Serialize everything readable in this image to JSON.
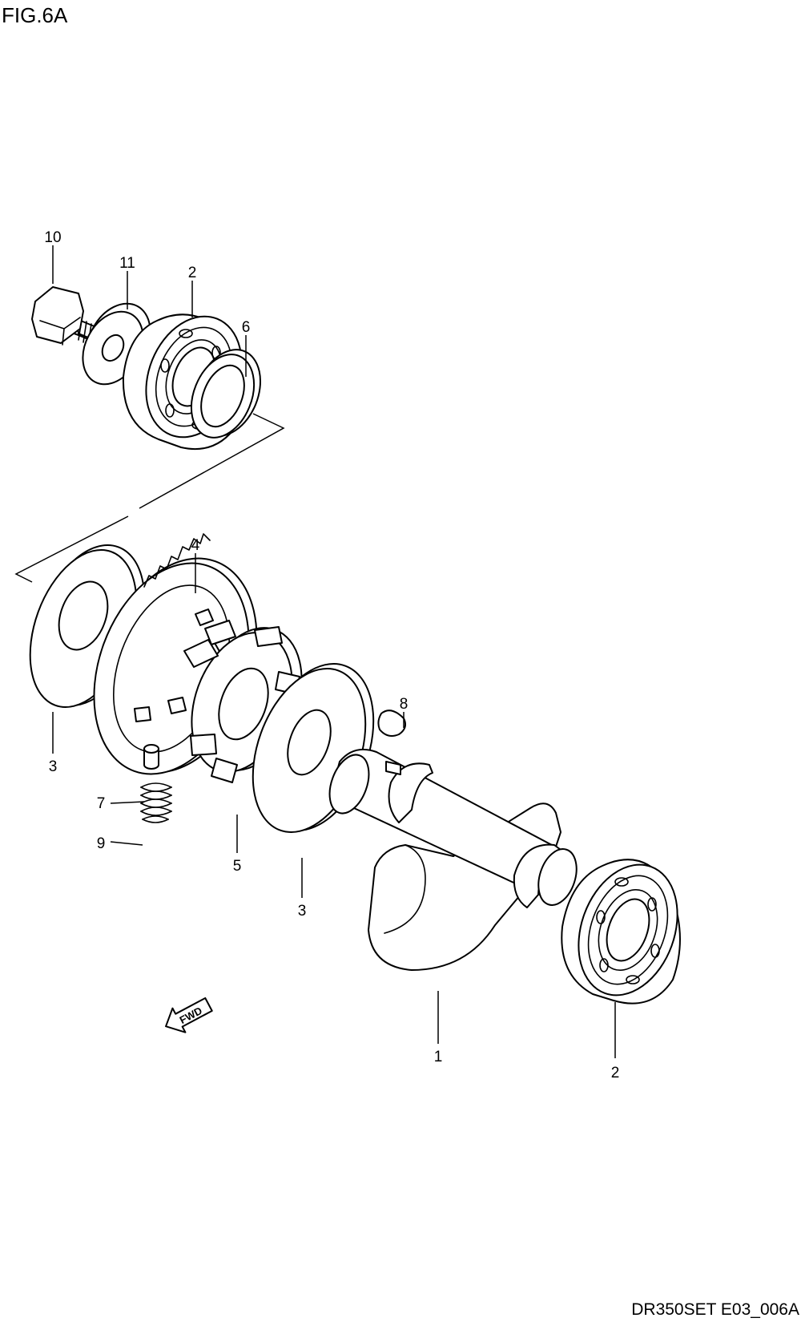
{
  "figure": {
    "title": "FIG.6A",
    "drawing_code": "DR350SET E03_006A"
  },
  "direction_marker": "FWD",
  "callouts": [
    {
      "id": "callout-10",
      "label": "10"
    },
    {
      "id": "callout-11",
      "label": "11"
    },
    {
      "id": "callout-2-top",
      "label": "2"
    },
    {
      "id": "callout-6",
      "label": "6"
    },
    {
      "id": "callout-4",
      "label": "4"
    },
    {
      "id": "callout-3-left",
      "label": "3"
    },
    {
      "id": "callout-8",
      "label": "8"
    },
    {
      "id": "callout-7",
      "label": "7"
    },
    {
      "id": "callout-9",
      "label": "9"
    },
    {
      "id": "callout-5",
      "label": "5"
    },
    {
      "id": "callout-3-mid",
      "label": "3"
    },
    {
      "id": "callout-1",
      "label": "1"
    },
    {
      "id": "callout-2-bottom",
      "label": "2"
    }
  ]
}
